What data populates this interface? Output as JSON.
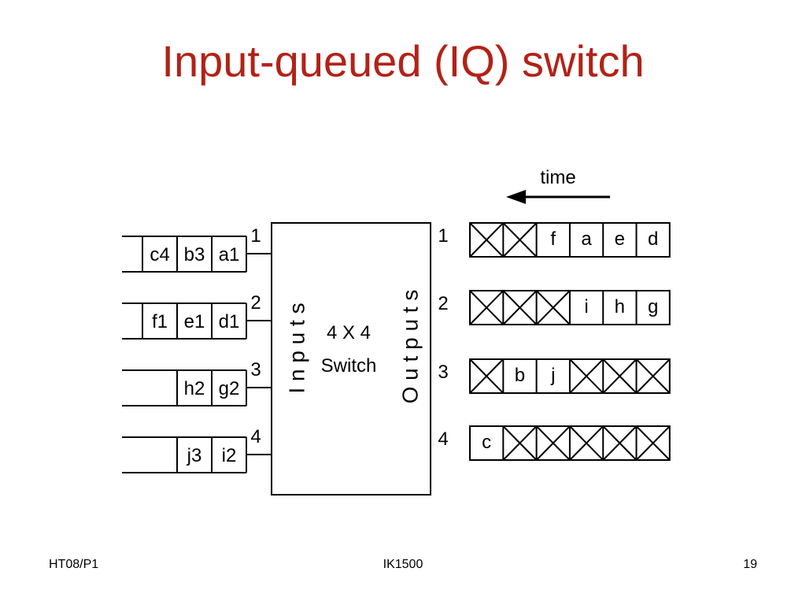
{
  "slide": {
    "title": "Input-queued (IQ) switch"
  },
  "diagram": {
    "time_label": "time",
    "switch": {
      "size_label": "4 X 4",
      "name_label": "Switch",
      "inputs_label": "I n p u t s",
      "outputs_label": "O u t p u t s"
    },
    "input_queues": [
      {
        "port": "1",
        "cells": [
          "c4",
          "b3",
          "a1"
        ]
      },
      {
        "port": "2",
        "cells": [
          "f1",
          "e1",
          "d1"
        ]
      },
      {
        "port": "3",
        "cells": [
          "",
          "h2",
          "g2"
        ]
      },
      {
        "port": "4",
        "cells": [
          "",
          "j3",
          "i2"
        ]
      }
    ],
    "output_queues": [
      {
        "port": "1",
        "cells": [
          "X",
          "X",
          "f",
          "a",
          "e",
          "d"
        ]
      },
      {
        "port": "2",
        "cells": [
          "X",
          "X",
          "X",
          "i",
          "h",
          "g"
        ]
      },
      {
        "port": "3",
        "cells": [
          "X",
          "b",
          "j",
          "X",
          "X",
          "X"
        ]
      },
      {
        "port": "4",
        "cells": [
          "c",
          "X",
          "X",
          "X",
          "X",
          "X"
        ]
      }
    ]
  },
  "footer": {
    "left": "HT08/P1",
    "center": "IK1500",
    "right": "19"
  }
}
